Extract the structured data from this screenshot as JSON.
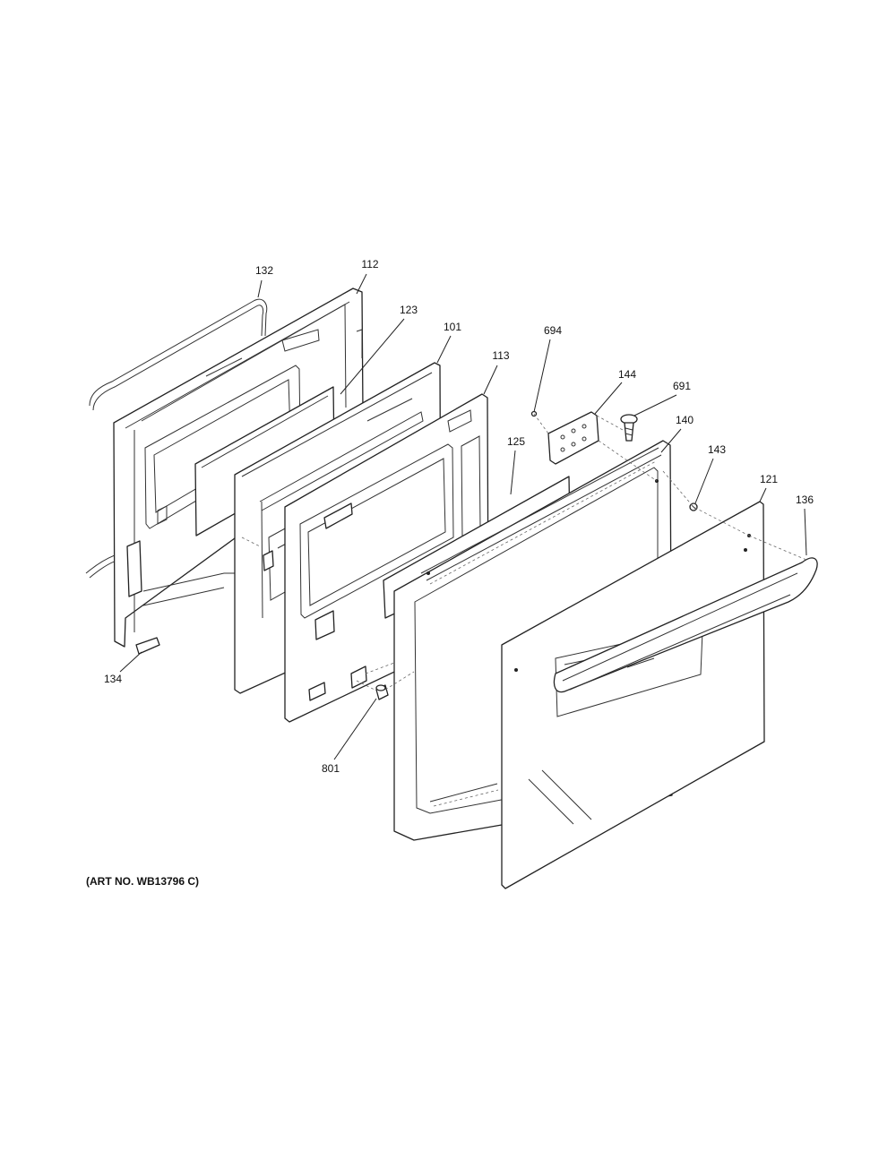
{
  "diagram": {
    "art_number": "(ART NO. WB13796 C)",
    "callouts": {
      "p132": "132",
      "p112": "112",
      "p123": "123",
      "p101": "101",
      "p113": "113",
      "p694": "694",
      "p144": "144",
      "p691": "691",
      "p140": "140",
      "p143": "143",
      "p125": "125",
      "p121": "121",
      "p136": "136",
      "p134": "134",
      "p801": "801"
    }
  }
}
